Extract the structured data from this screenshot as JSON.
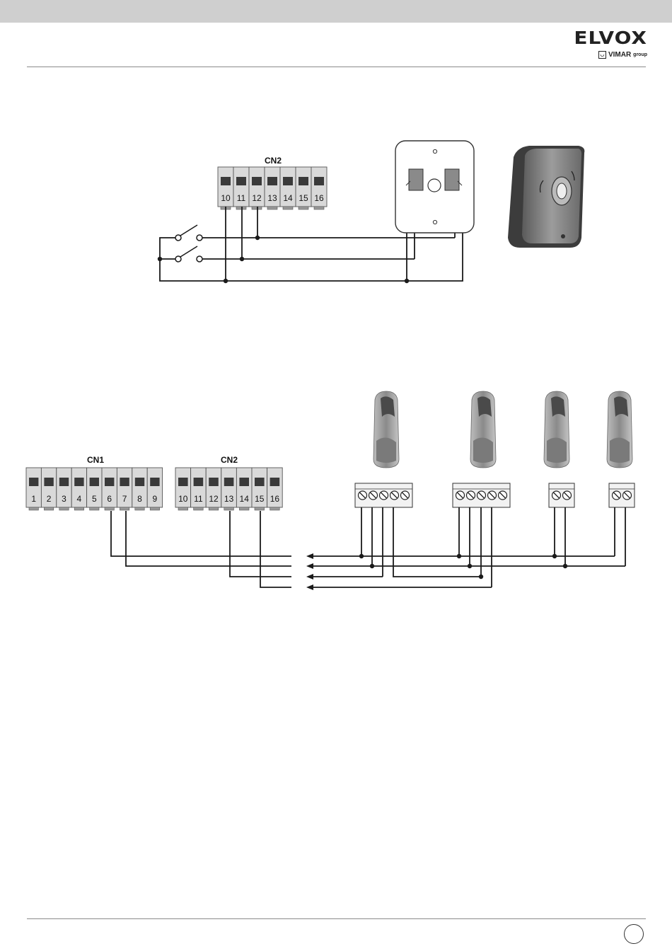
{
  "brand": {
    "logo_text": "ELVOX",
    "sublogo_text": "VIMAR",
    "sublogo_suffix": "group"
  },
  "diagram1": {
    "connector_label": "CN2",
    "terminals": [
      "10",
      "11",
      "12",
      "13",
      "14",
      "15",
      "16"
    ]
  },
  "diagram2": {
    "cn1_label": "CN1",
    "cn1_terminals": [
      "1",
      "2",
      "3",
      "4",
      "5",
      "6",
      "7",
      "8",
      "9"
    ],
    "cn2_label": "CN2",
    "cn2_terminals": [
      "10",
      "11",
      "12",
      "13",
      "14",
      "15",
      "16"
    ]
  },
  "colors": {
    "line": "#1a1a1a",
    "terminal_body": "#d9d9d9",
    "terminal_screw": "#3a3a3a",
    "device_body": "#9a9a9a",
    "top_band": "#cfcfcf"
  }
}
